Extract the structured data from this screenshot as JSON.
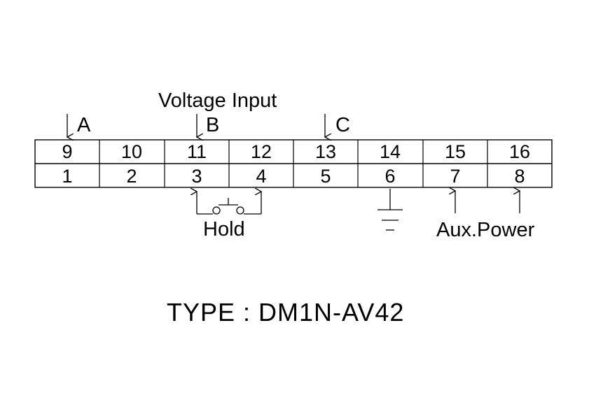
{
  "labels": {
    "voltage_input": "Voltage Input",
    "phase_a": "A",
    "phase_b": "B",
    "phase_c": "C",
    "hold": "Hold",
    "aux_power": "Aux.Power",
    "type": "TYPE : DM1N-AV42"
  },
  "terminals": {
    "top": [
      "9",
      "10",
      "11",
      "12",
      "13",
      "14",
      "15",
      "16"
    ],
    "bottom": [
      "1",
      "2",
      "3",
      "4",
      "5",
      "6",
      "7",
      "8"
    ]
  },
  "colors": {
    "line": "#000000",
    "background": "#ffffff"
  }
}
